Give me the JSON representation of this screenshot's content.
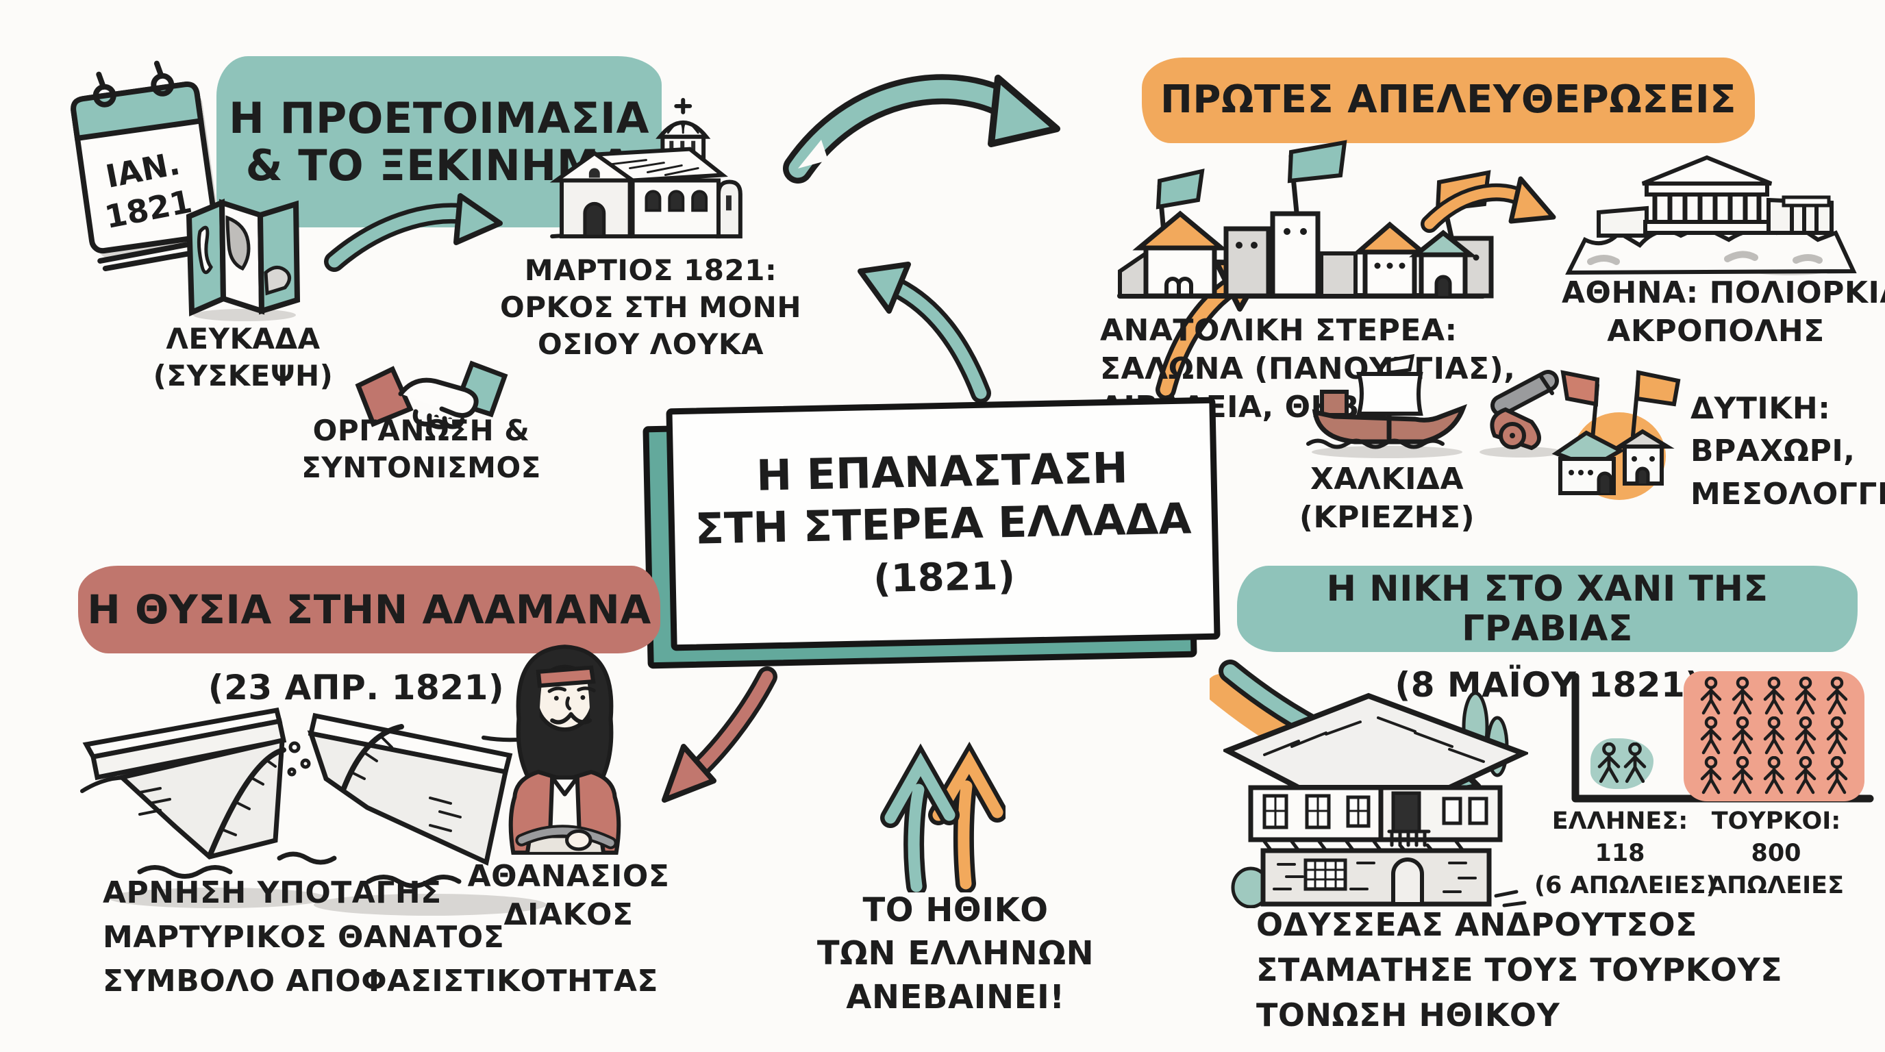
{
  "page": {
    "title": "Η ΕΠΑΝΑΣΤΑΣΗ ΣΤΗ ΣΤΕΡΕΑ ΕΛΛΑΔΑ (1821)"
  },
  "colors": {
    "teal": "#8fc3ba",
    "orange": "#f2a95c",
    "red": "#c0766d",
    "salmon": "#efa28c",
    "ink": "#1d1d1d"
  },
  "center_box": {
    "line1": "Η ΕΠΑΝΑΣΤΑΣΗ",
    "line2": "ΣΤΗ ΣΤΕΡΕΑ ΕΛΛΑΔΑ",
    "line3": "(1821)"
  },
  "preparation": {
    "calendar_month": "ΙΑΝ.",
    "calendar_year": "1821",
    "title_line1": "Η ΠΡΟΕΤΟΙΜΑΣΙΑ",
    "title_line2": "& ΤΟ ΞΕΚΙΝΗΜΑ",
    "lefkada_line1": "ΛΕΥΚΑΔΑ",
    "lefkada_line2": "(ΣΥΣΚΕΨΗ)",
    "organization_line1": "ΟΡΓΑΝΩΣΗ &",
    "organization_line2": "ΣΥΝΤΟΝΙΣΜΟΣ",
    "oath_line1": "ΜΑΡΤΙΟΣ 1821:",
    "oath_line2": "ΟΡΚΟΣ ΣΤΗ ΜΟΝΗ",
    "oath_line3": "ΟΣΙΟΥ ΛΟΥΚΑ"
  },
  "liberations": {
    "title": "ΠΡΩΤΕΣ ΑΠΕΛΕΥΘΕΡΩΣΕΙΣ",
    "east_line1": "ΑΝΑΤΟΛΙΚΗ ΣΤΕΡΕΑ:",
    "east_line2": "ΣΑΛΩΝΑ (ΠΑΝΟΥΡΓΙΑΣ),",
    "east_line3": "ΛΙΒΑΔΕΙΑ, ΘΗΒΑ",
    "athens_line1": "ΑΘΗΝΑ: ΠΟΛΙΟΡΚΙΑ",
    "athens_line2": "ΑΚΡΟΠΟΛΗΣ",
    "chalkida_line1": "ΧΑΛΚΙΔΑ",
    "chalkida_line2": "(ΚΡΙΕΖΗΣ)",
    "west_line1": "ΔΥΤΙΚΗ:",
    "west_line2": "ΒΡΑΧΩΡΙ,",
    "west_line3": "ΜΕΣΟΛΟΓΓΙ"
  },
  "alamana": {
    "title": "Η ΘΥΣΙΑ ΣΤΗΝ ΑΛΑΜΑΝΑ",
    "date": "(23 ΑΠΡ. 1821)",
    "line1": "ΑΡΝΗΣΗ ΥΠΟΤΑΓΗΣ",
    "line2": "ΜΑΡΤΥΡΙΚΟΣ ΘΑΝΑΤΟΣ",
    "line3": "ΣΥΜΒΟΛΟ ΑΠΟΦΑΣΙΣΤΙΚΟΤΗΤΑΣ",
    "hero_line1": "ΑΘΑΝΑΣΙΟΣ",
    "hero_line2": "ΔΙΑΚΟΣ"
  },
  "morale": {
    "line1": "ΤΟ ΗΘΙΚΟ",
    "line2": "ΤΩΝ ΕΛΛΗΝΩΝ",
    "line3": "ΑΝΕΒΑΙΝΕΙ!"
  },
  "gravia": {
    "title": "Η ΝΙΚΗ ΣΤΟ ΧΑΝΙ ΤΗΣ ΓΡΑΒΙΑΣ",
    "date": "(8 ΜΑΪΟΥ 1821)",
    "line1": "ΟΔΥΣΣΕΑΣ ΑΝΔΡΟΥΤΣΟΣ",
    "line2": "ΣΤΑΜΑΤΗΣΕ ΤΟΥΣ ΤΟΥΡΚΟΥΣ",
    "line3": "ΤΟΝΩΣΗ ΗΘΙΚΟΥ",
    "greeks_label": "ΕΛΛΗΝΕΣ:",
    "greeks_value": "118",
    "greeks_note": "(6 ΑΠΩΛΕΙΕΣ)",
    "turks_label": "ΤΟΥΡΚΟΙ:",
    "turks_value": "800",
    "turks_note": "ΑΠΩΛΕΙΕΣ",
    "greek_figures": 2,
    "turk_figures": 15
  },
  "chart_data": {
    "type": "pictogram",
    "categories": [
      "ΕΛΛΗΝΕΣ",
      "ΤΟΥΡΚΟΙ"
    ],
    "values": [
      118,
      800
    ],
    "labels": [
      "ΕΛΛΗΝΕΣ: 118 (6 ΑΠΩΛΕΙΕΣ)",
      "ΤΟΥΡΚΟΙ: 800 ΑΠΩΛΕΙΕΣ"
    ],
    "icon_counts": [
      2,
      15
    ],
    "colors": [
      "#a7cec5",
      "#efa28c"
    ],
    "title": "",
    "legend": false,
    "axes": "L-shaped axis, no ticks"
  }
}
